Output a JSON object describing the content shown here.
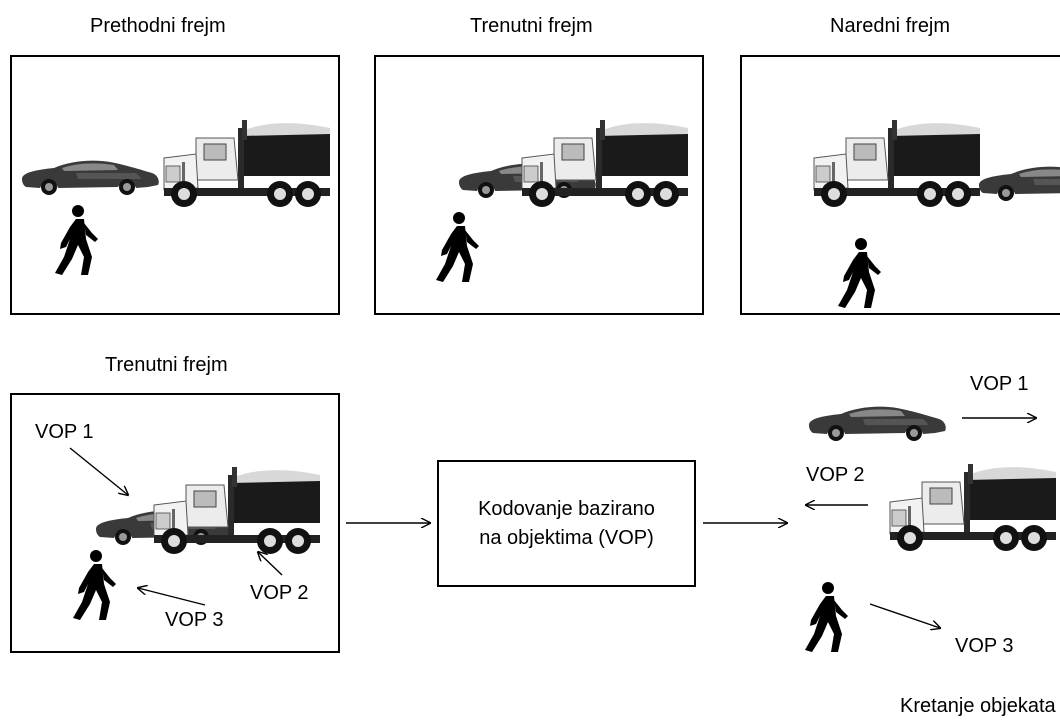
{
  "top_row": {
    "prev_label": "Prethodni frejm",
    "curr_label": "Trenutni frejm",
    "next_label": "Naredni frejm"
  },
  "bottom_row": {
    "frame_label": "Trenutni frejm",
    "vop1": "VOP 1",
    "vop2": "VOP 2",
    "vop3": "VOP 3",
    "process_line1": "Kodovanje bazirano",
    "process_line2": "na objektima (VOP)",
    "out_vop1": "VOP 1",
    "out_vop2": "VOP 2",
    "out_vop3": "VOP 3",
    "output_label": "Kretanje objekata"
  },
  "icons": [
    "car-icon",
    "truck-icon",
    "pedestrian-icon",
    "arrow-icon"
  ],
  "colors": {
    "stroke": "#000000",
    "car_body": "#3a3a3a",
    "truck_cab": "#e8e8e8",
    "truck_dark": "#1a1a1a"
  }
}
